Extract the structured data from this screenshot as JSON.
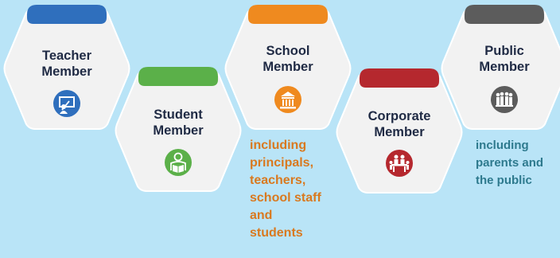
{
  "colors": {
    "background": "#b9e4f7",
    "teacher": "#2f6fbd",
    "student": "#5bb049",
    "school": "#ef8a1f",
    "corporate": "#b5282e",
    "public": "#5c5c5c",
    "school_text": "#d9791f",
    "public_text": "#2e7a8e"
  },
  "members": [
    {
      "line1": "Teacher",
      "line2": "Member",
      "icon": "teacher-icon"
    },
    {
      "line1": "Student",
      "line2": "Member",
      "icon": "student-reading-icon"
    },
    {
      "line1": "School",
      "line2": "Member",
      "icon": "school-building-icon"
    },
    {
      "line1": "Corporate",
      "line2": "Member",
      "icon": "meeting-icon"
    },
    {
      "line1": "Public",
      "line2": "Member",
      "icon": "people-group-icon"
    }
  ],
  "school_description": [
    "including",
    "principals,",
    "teachers,",
    "school staff",
    "and",
    "students"
  ],
  "public_description": [
    "including",
    "parents and",
    "the public"
  ]
}
